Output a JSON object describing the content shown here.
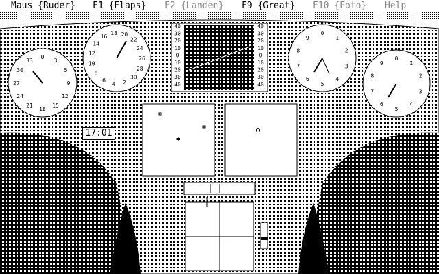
{
  "menu": {
    "mouse": "Maus {Ruder}",
    "f1": "F1 {Flaps}",
    "f2": "F2 {Landen}",
    "f9": "F9 {Great}",
    "f10": "F10 {Foto}",
    "help": "Help"
  },
  "clock": "17:01",
  "gauges": {
    "left": {
      "labels": [
        "0",
        "3",
        "6",
        "9",
        "12",
        "15",
        "18",
        "21",
        "24",
        "27",
        "30",
        "33"
      ]
    },
    "speed": {
      "labels": [
        "16",
        "18",
        "20",
        "22",
        "24",
        "26",
        "28",
        "30",
        "2",
        "4",
        "6",
        "8",
        "10",
        "12",
        "14"
      ]
    },
    "altimeter": {
      "labels": [
        "0",
        "1",
        "2",
        "3",
        "4",
        "5",
        "6",
        "7",
        "8",
        "9"
      ]
    },
    "right": {
      "labels": [
        "0",
        "1",
        "2",
        "3",
        "4",
        "5",
        "6",
        "7",
        "8",
        "9"
      ]
    }
  },
  "pitch_scale": {
    "left": [
      "40",
      "30",
      "20",
      "10",
      "0",
      "10",
      "20",
      "30",
      "40"
    ],
    "right": [
      "40",
      "30",
      "20",
      "10",
      "0",
      "10",
      "20",
      "30",
      "40"
    ]
  },
  "colors": {
    "ink": "#000000",
    "paper": "#ffffff",
    "disabled": "#888888"
  }
}
